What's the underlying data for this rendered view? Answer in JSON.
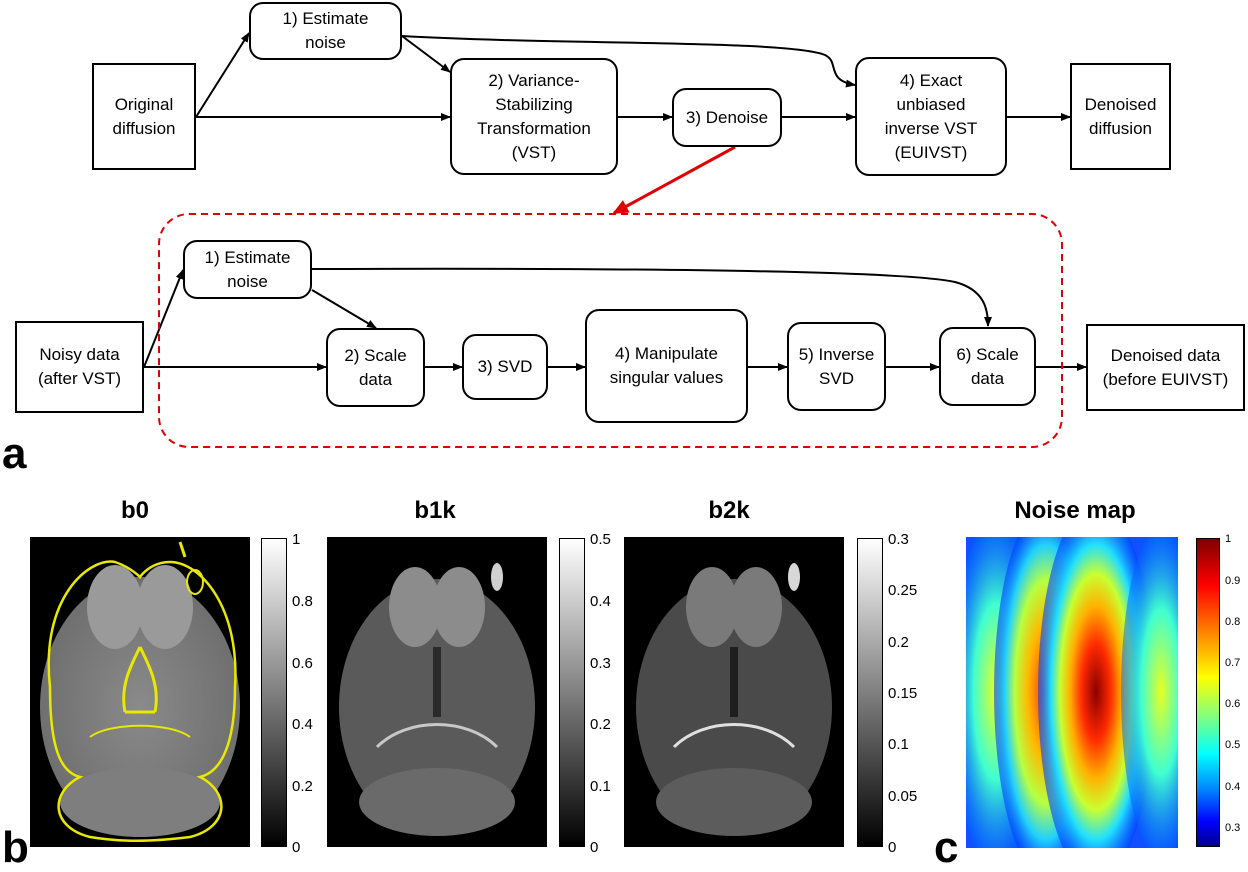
{
  "pipeline_top": {
    "original": "Original\ndiffusion",
    "estimate_noise": "1) Estimate\nnoise",
    "vst": "2) Variance-\nStabilizing\nTransformation\n(VST)",
    "denoise": "3) Denoise",
    "euivst": "4) Exact\nunbiased\ninverse VST\n(EUIVST)",
    "denoised": "Denoised\ndiffusion"
  },
  "pipeline_detail": {
    "noisy": "Noisy data\n(after VST)",
    "estimate_noise": "1) Estimate\nnoise",
    "scale_data": "2) Scale\ndata",
    "svd": "3) SVD",
    "manipulate": "4) Manipulate\nsingular values",
    "inverse_svd": "5) Inverse\nSVD",
    "rescale": "6) Scale\ndata",
    "denoised": "Denoised data\n(before EUIVST)"
  },
  "panel_labels": {
    "a": "a",
    "b": "b",
    "c": "c"
  },
  "images": {
    "b0": {
      "title": "b0",
      "ticks": [
        "1",
        "0.8",
        "0.6",
        "0.4",
        "0.2",
        "0"
      ]
    },
    "b1k": {
      "title": "b1k",
      "ticks": [
        "0.5",
        "0.4",
        "0.3",
        "0.2",
        "0.1",
        "0"
      ]
    },
    "b2k": {
      "title": "b2k",
      "ticks": [
        "0.3",
        "0.25",
        "0.2",
        "0.15",
        "0.1",
        "0.05",
        "0"
      ]
    },
    "noise": {
      "title": "Noise map",
      "ticks": [
        "1",
        "0.9",
        "0.8",
        "0.7",
        "0.6",
        "0.5",
        "0.4",
        "0.3"
      ]
    }
  },
  "colors": {
    "outline": "#e8e800",
    "highlight_arrow": "#e00000",
    "dashed_box": "#e00000"
  }
}
